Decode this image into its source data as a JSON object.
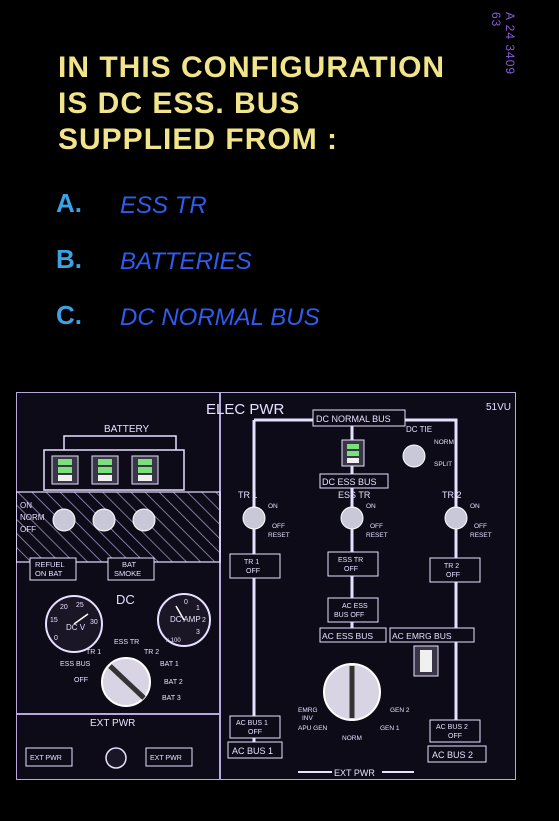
{
  "slide_id": {
    "line1": "A 24  3409",
    "line2": "63"
  },
  "question": {
    "lines": [
      "IN THIS CONFIGURATION",
      "IS DC ESS. BUS",
      "SUPPLIED FROM :"
    ]
  },
  "answers": [
    {
      "letter": "A.",
      "text": "ESS TR"
    },
    {
      "letter": "B.",
      "text": "BATTERIES"
    },
    {
      "letter": "C.",
      "text": "DC NORMAL BUS"
    }
  ],
  "panel": {
    "title": "ELEC PWR",
    "panel_id": "51VU",
    "battery": "BATTERY",
    "on": "ON",
    "norm": "NORM",
    "off": "OFF",
    "refuel_on_bat": [
      "REFUEL",
      "ON BAT"
    ],
    "bat_smoke": [
      "BAT",
      "SMOKE"
    ],
    "dc": "DC",
    "dc_v": "DC V",
    "dc_amp": "DC AMP",
    "volt_ticks": [
      "20",
      "25",
      "15",
      "30",
      "0"
    ],
    "amp_ticks": [
      "0",
      "1",
      "2",
      "3",
      "x 100"
    ],
    "selector_labels": [
      "ESS TR",
      "TR 1",
      "TR 2",
      "ESS BUS",
      "BAT 1",
      "OFF",
      "BAT 2",
      "BAT 3"
    ],
    "ext_pwr": "EXT PWR",
    "ext_pwr_btn": "EXT PWR",
    "dc_normal_bus": "DC NORMAL BUS",
    "dc_tie": "DC TIE",
    "split": "SPLIT",
    "dc_ess_bus": "DC ESS BUS",
    "tr1": "TR 1",
    "ess_tr": "ESS TR",
    "tr2": "TR 2",
    "off_reset": [
      "OFF",
      "RESET"
    ],
    "tr1_off": [
      "TR 1",
      "OFF"
    ],
    "ess_tr_off": [
      "ESS TR",
      "OFF"
    ],
    "tr2_off": [
      "TR 2",
      "OFF"
    ],
    "ac_ess_bus_off": [
      "AC ESS",
      "BUS OFF"
    ],
    "ac_ess_bus": "AC ESS BUS",
    "ac_emrg_bus": "AC EMRG BUS",
    "ac_bus1_off": [
      "AC BUS 1",
      "OFF"
    ],
    "ac_bus2_off": [
      "AC BUS 2",
      "OFF"
    ],
    "ac_bus1": "AC BUS 1",
    "ac_bus2": "AC BUS 2",
    "ac_selector": [
      "EMRG",
      "INV",
      "APU GEN",
      "NORM",
      "GEN 1",
      "GEN 2"
    ],
    "ext_pwr_bottom": "EXT PWR"
  }
}
